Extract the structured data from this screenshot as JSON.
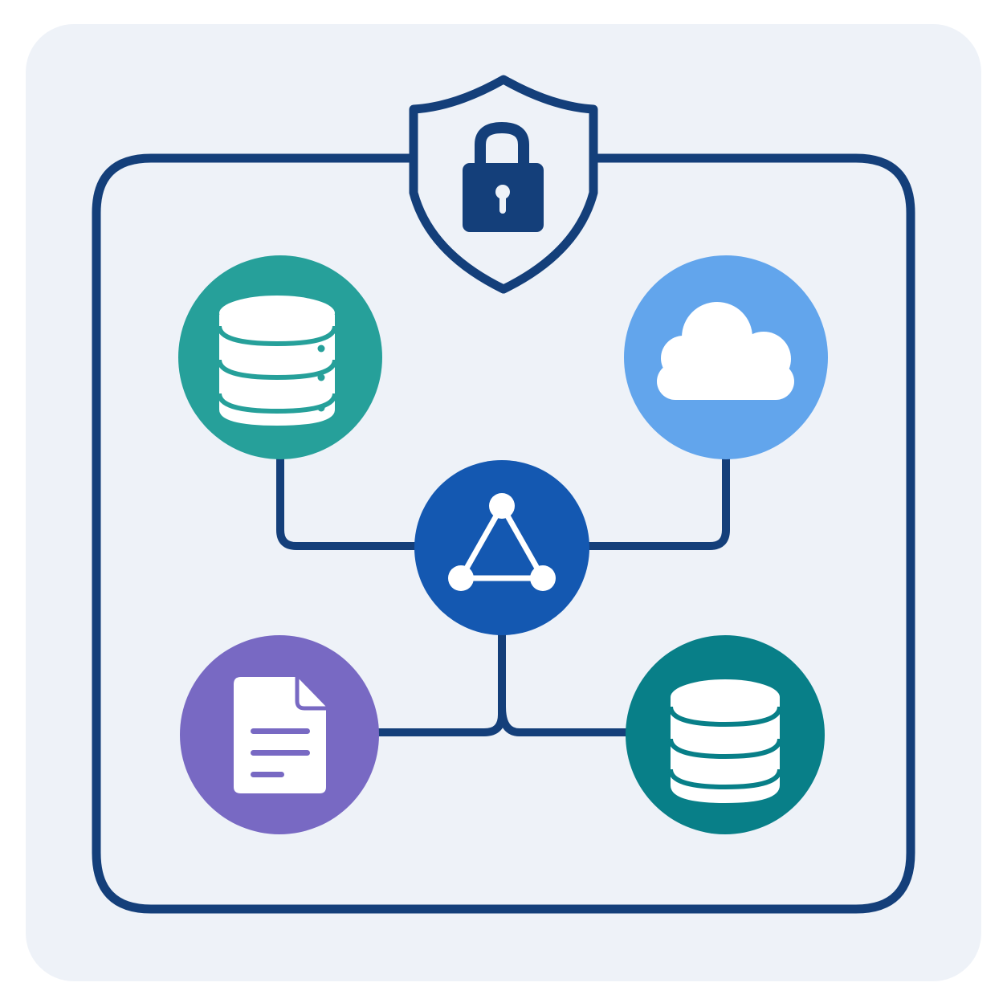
{
  "colors": {
    "page_background": "#ffffff",
    "panel_background": "#eef2f8",
    "outline": "#143f7a",
    "teal": "#26a09a",
    "teal_dark": "#087f88",
    "sky_blue": "#62a5ec",
    "hub_blue": "#1458b1",
    "purple": "#7869c3",
    "icon_white": "#ffffff"
  },
  "diagram": {
    "nodes": [
      {
        "id": "security-shield",
        "icon": "padlock-icon"
      },
      {
        "id": "database-node-primary",
        "icon": "server-database-icon"
      },
      {
        "id": "cloud-node",
        "icon": "cloud-icon"
      },
      {
        "id": "central-hub-node",
        "icon": "network-triangle-icon"
      },
      {
        "id": "document-node",
        "icon": "document-icon"
      },
      {
        "id": "database-node-secondary",
        "icon": "database-icon"
      }
    ],
    "connections": [
      {
        "from": "database-node-primary",
        "to": "central-hub-node"
      },
      {
        "from": "cloud-node",
        "to": "central-hub-node"
      },
      {
        "from": "central-hub-node",
        "to": "document-node"
      },
      {
        "from": "central-hub-node",
        "to": "database-node-secondary"
      }
    ],
    "boundary": {
      "label": "",
      "guarded_by": "security-shield"
    }
  }
}
